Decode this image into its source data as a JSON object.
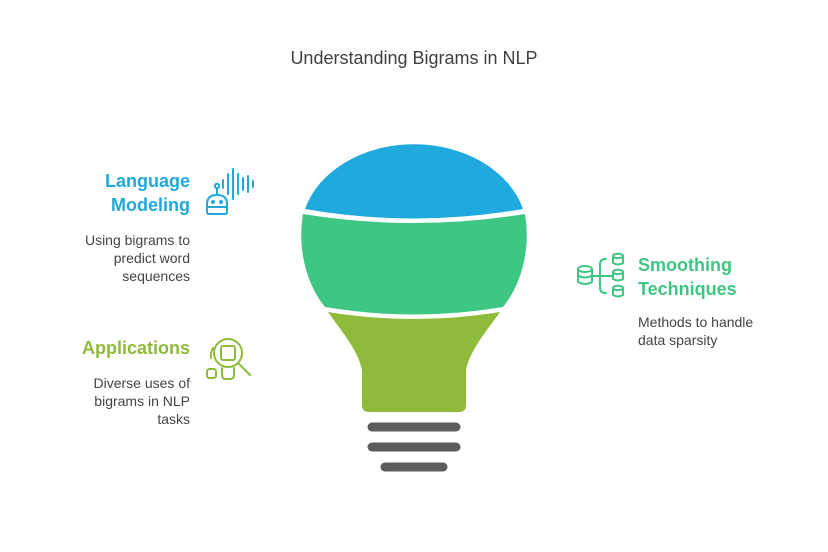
{
  "title": "Understanding Bigrams in NLP",
  "colors": {
    "blue": "#1fa9dc",
    "green": "#3ec783",
    "olive": "#8fbb3a",
    "base": "#5c5c5c",
    "title_text": "#3f3f3f",
    "body_text": "#444444"
  },
  "sections": {
    "language_modeling": {
      "heading_line1": "Language",
      "heading_line2": "Modeling",
      "desc_line1": "Using bigrams to",
      "desc_line2": "predict word",
      "desc_line3": "sequences",
      "icon": "robot-voice-icon",
      "color": "#1fa9dc"
    },
    "smoothing": {
      "heading_line1": "Smoothing",
      "heading_line2": "Techniques",
      "desc_line1": "Methods to handle",
      "desc_line2": "data sparsity",
      "icon": "database-network-icon",
      "color": "#3ec783"
    },
    "applications": {
      "heading_line1": "Applications",
      "desc_line1": "Diverse uses of",
      "desc_line2": "bigrams in NLP",
      "desc_line3": "tasks",
      "icon": "magnifier-search-icon",
      "color": "#8fbb3a"
    }
  }
}
